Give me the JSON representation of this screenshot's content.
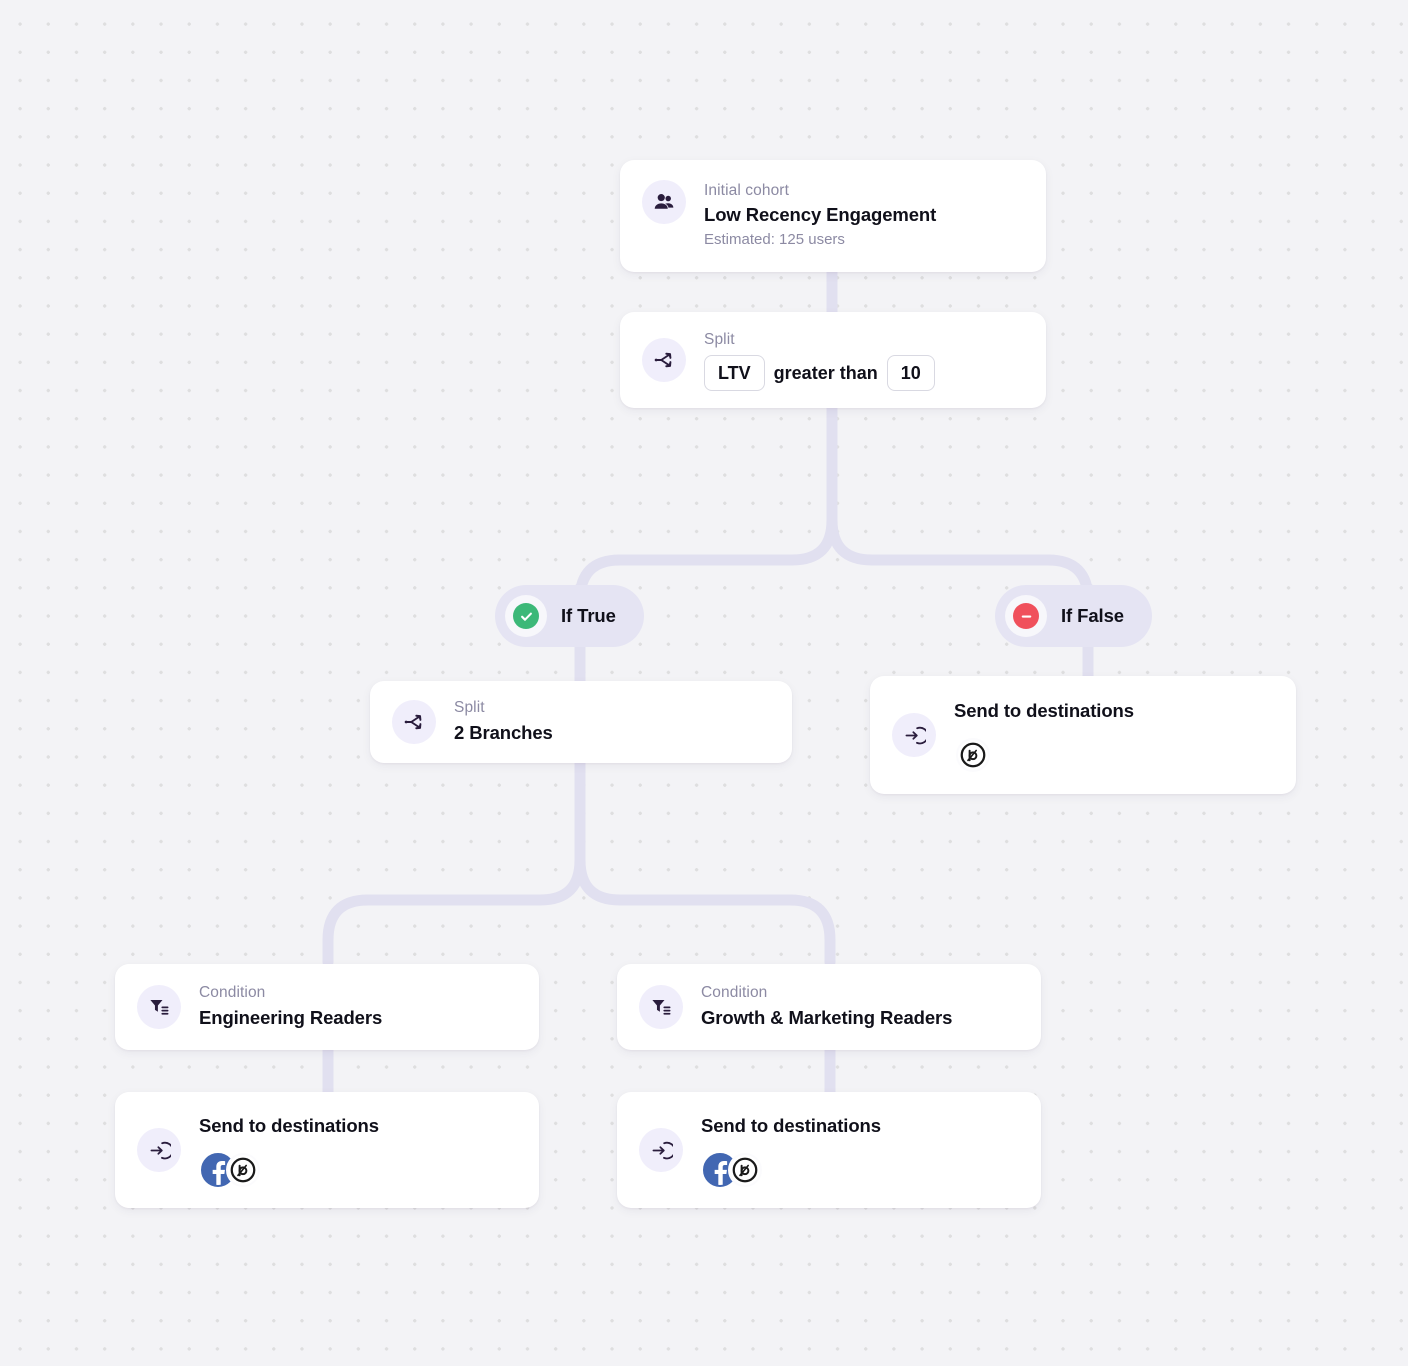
{
  "theme": {
    "canvas_bg": "#f3f3f6",
    "dot_color": "#dededf",
    "connector_color": "#e1e0f0",
    "card_bg": "#ffffff",
    "icon_bubble_bg": "#f0eefb",
    "icon_color": "#2a1d3d",
    "pill_bg": "#e5e4f3",
    "true_color": "#3cb878",
    "false_color": "#f0505c",
    "facebook_blue": "#4267b2",
    "braze_black": "#1a1a1a",
    "muted_text": "#8c8aa3",
    "title_text": "#10101a"
  },
  "flow": {
    "cohort_node": {
      "icon": "users-icon",
      "kicker": "Initial cohort",
      "title": "Low Recency Engagement",
      "subtext": "Estimated: 125 users"
    },
    "split_condition_node": {
      "icon": "split-icon",
      "kicker": "Split",
      "expression": {
        "field": "LTV",
        "operator": "greater than",
        "value": "10"
      }
    },
    "branches": [
      {
        "id": "if-true",
        "label": "If True",
        "badge_icon": "check-circle-icon",
        "badge_color": "#3cb878"
      },
      {
        "id": "if-false",
        "label": "If False",
        "badge_icon": "minus-circle-icon",
        "badge_color": "#f0505c"
      }
    ],
    "split_branches_node": {
      "icon": "split-icon",
      "kicker": "Split",
      "title": "2 Branches"
    },
    "send_false_node": {
      "icon": "send-to-icon",
      "title": "Send to destinations",
      "destinations": [
        {
          "name": "braze",
          "icon": "braze-logo"
        }
      ]
    },
    "condition_left_node": {
      "icon": "filter-icon",
      "kicker": "Condition",
      "title": "Engineering Readers"
    },
    "condition_right_node": {
      "icon": "filter-icon",
      "kicker": "Condition",
      "title": "Growth & Marketing Readers"
    },
    "send_left_node": {
      "icon": "send-to-icon",
      "title": "Send to destinations",
      "destinations": [
        {
          "name": "facebook",
          "icon": "facebook-logo"
        },
        {
          "name": "braze",
          "icon": "braze-logo"
        }
      ]
    },
    "send_right_node": {
      "icon": "send-to-icon",
      "title": "Send to destinations",
      "destinations": [
        {
          "name": "facebook",
          "icon": "facebook-logo"
        },
        {
          "name": "braze",
          "icon": "braze-logo"
        }
      ]
    }
  }
}
